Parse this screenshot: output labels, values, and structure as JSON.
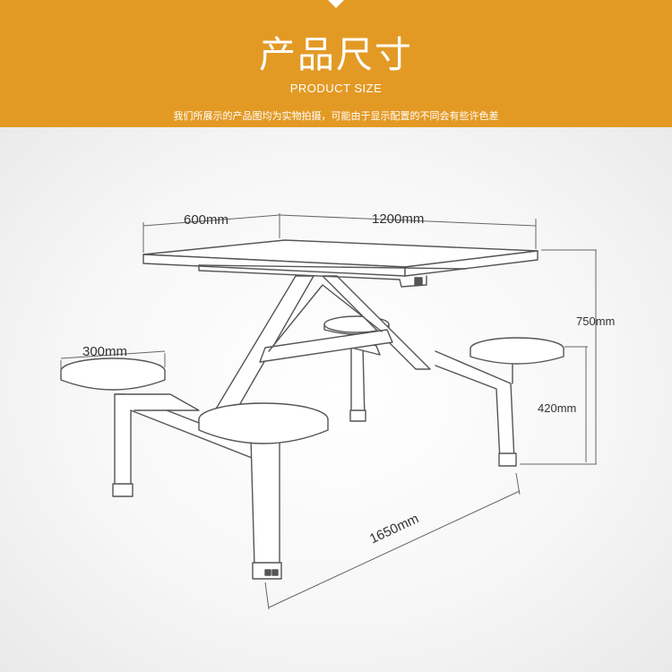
{
  "header": {
    "title": "产品尺寸",
    "subtitle": "PRODUCT SIZE",
    "note": "我们所展示的产品图均为实物拍摄，可能由于显示配置的不同会有些许色差"
  },
  "dimensions": {
    "table_width": "600mm",
    "table_length": "1200mm",
    "stool_diameter": "300mm",
    "total_height": "750mm",
    "stool_height": "420mm",
    "overall_length": "1650mm"
  },
  "colors": {
    "header_bg": "#e39a25",
    "line": "#555555"
  }
}
